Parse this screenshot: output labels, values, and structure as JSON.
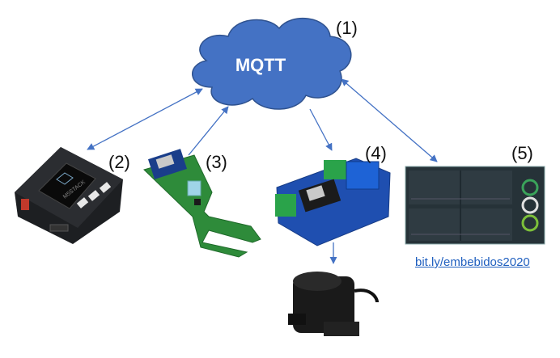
{
  "nodes": {
    "cloud": {
      "label": "MQTT",
      "number": "(1)"
    },
    "m5stack": {
      "number": "(2)",
      "brand_text": "M5STACK"
    },
    "soil_sensor": {
      "number": "(3)"
    },
    "relay": {
      "number": "(4)"
    },
    "dashboard": {
      "number": "(5)",
      "link_text": "bit.ly/embebidos2020"
    }
  },
  "colors": {
    "cloud_fill": "#4472c4",
    "cloud_stroke": "#2f528f",
    "arrow": "#4472c4",
    "pcb_green": "#2e8b3a",
    "relay_blue": "#1f4fb0",
    "dashboard_bg": "#263238"
  }
}
